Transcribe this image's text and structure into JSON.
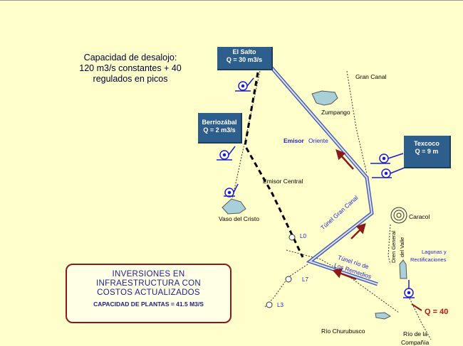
{
  "capacity": {
    "line1": "Capacidad de desalojo:",
    "line2": "120 m3/s constantes + 40",
    "line3": "regulados en picos"
  },
  "plants": {
    "salto": {
      "name": "El Salto",
      "q": "Q = 30 m3/s"
    },
    "berrio": {
      "name": "Berriozábal",
      "q": "Q = 2 m3/s"
    },
    "texcoco": {
      "name": "Texcoco",
      "q": "Q = 9 m"
    }
  },
  "labels": {
    "gran_canal": "Gran Canal",
    "zumpango": "Zumpango",
    "emisor_oriente": "Emisor",
    "emisor_oriente_2": "Oriente",
    "emisor_central": "Emisor Central",
    "vaso_cristo": "Vaso del Cristo",
    "tunel_gran_canal": "Túnel Gran Canal",
    "caracol": "Caracol",
    "dren_general": "Dren General",
    "dren_valle": "del Valle",
    "tunel_remedios_1": "Túnel río de",
    "tunel_remedios_2": "Los Remedios",
    "lagunas_1": "Lagunas y",
    "lagunas_2": "Rectificaciones",
    "l0": "L0",
    "l7": "L7",
    "l3": "L3",
    "churubusco": "Río Churubusco",
    "compania_1": "Río de la",
    "compania_2": "Compañía",
    "q40": "Q = 40"
  },
  "inversiones": {
    "line1": "INVERSIONES EN",
    "line2": "INFRAESTRUCTURA CON",
    "line3": "COSTOS ACTUALIZADOS",
    "capacity": "CAPACIDAD DE PLANTAS = 41.5 M3/S"
  },
  "colors": {
    "background": "#ffffcc",
    "plant_box": "#2e5f8c",
    "water": "#a8d0d8",
    "accent_red": "#8b1a1a",
    "blue": "#1d1dcc"
  }
}
